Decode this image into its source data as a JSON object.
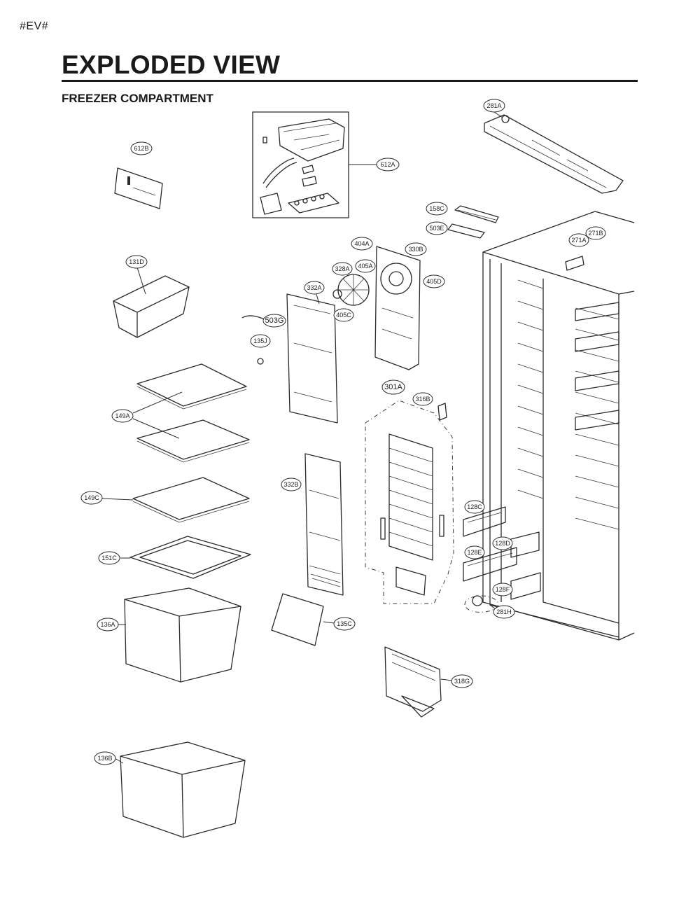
{
  "header": {
    "tag": "#EV#",
    "title": "EXPLODED VIEW",
    "subtitle": "FREEZER COMPARTMENT"
  },
  "callouts": {
    "c612b": "612B",
    "c612a": "612A",
    "c281a": "281A",
    "c131d": "131D",
    "c158c": "158C",
    "c503e": "503E",
    "c404a": "404A",
    "c330b": "330B",
    "c271a": "271A",
    "c271b": "271B",
    "c328a": "328A",
    "c405a": "405A",
    "c405d": "405D",
    "c332a": "332A",
    "c405c": "405C",
    "c503g": "503G",
    "c135j": "135J",
    "c301a": "301A",
    "c316b": "316B",
    "c149a": "149A",
    "c149c": "149C",
    "c332b": "332B",
    "c128c": "128C",
    "c128d": "128D",
    "c128e": "128E",
    "c128f": "128F",
    "c281h": "281H",
    "c151c": "151C",
    "c136a": "136A",
    "c135c": "135C",
    "c318g": "318G",
    "c136b": "136B"
  }
}
